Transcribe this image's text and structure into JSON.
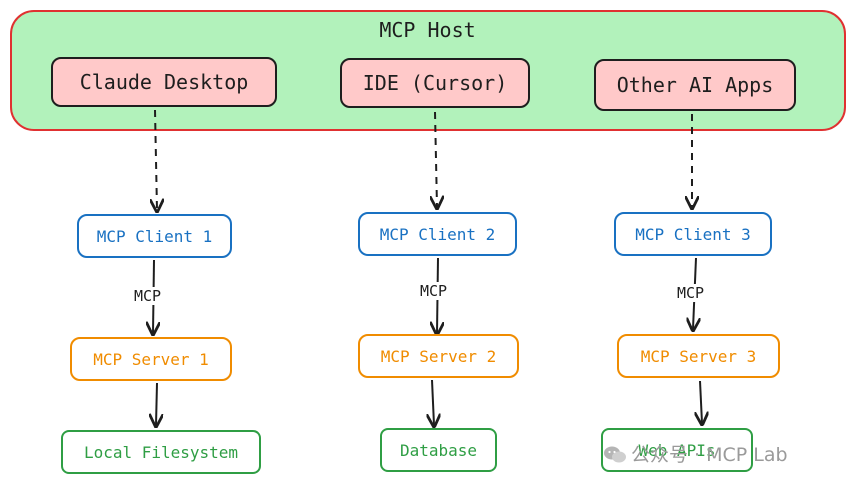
{
  "host": {
    "title": "MCP Host"
  },
  "apps": [
    {
      "label": "Claude Desktop"
    },
    {
      "label": "IDE (Cursor)"
    },
    {
      "label": "Other AI Apps"
    }
  ],
  "clients": [
    {
      "label": "MCP Client 1"
    },
    {
      "label": "MCP Client 2"
    },
    {
      "label": "MCP Client 3"
    }
  ],
  "protocol_labels": [
    "MCP",
    "MCP",
    "MCP"
  ],
  "servers": [
    {
      "label": "MCP Server 1"
    },
    {
      "label": "MCP Server 2"
    },
    {
      "label": "MCP Server 3"
    }
  ],
  "resources": [
    {
      "label": "Local Filesystem"
    },
    {
      "label": "Database"
    },
    {
      "label": "Web APIs"
    }
  ],
  "watermark": {
    "text": "公众号 · MCP Lab"
  },
  "colors": {
    "host_fill": "#b2f2bb",
    "host_border": "#e03131",
    "app_fill": "#ffc9c9",
    "client": "#1971c2",
    "server": "#f08c00",
    "resource": "#2f9e44"
  }
}
